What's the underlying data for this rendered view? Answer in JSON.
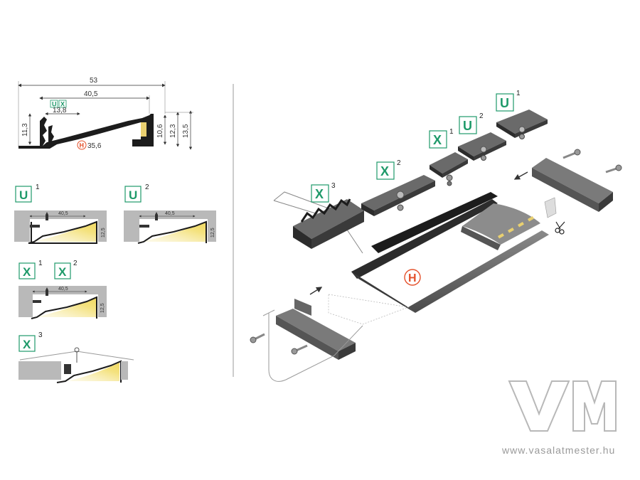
{
  "profile": {
    "width_total": "53",
    "width_inner": "40,5",
    "width_gap": "13,8",
    "height_left": "11,3",
    "height_mid": "10,6",
    "height_right_a": "12,3",
    "height_right_b": "13,5",
    "width_h": "35,6",
    "h_symbol": "H",
    "u_symbol": "U",
    "x_symbol": "X"
  },
  "variants": [
    {
      "letter": "U",
      "sup": "1",
      "width": "40,5",
      "height": "12,5"
    },
    {
      "letter": "U",
      "sup": "2",
      "width": "40,5",
      "height": "12,5"
    },
    {
      "letter": "X",
      "sup": "1",
      "letter2": "X",
      "sup2": "2",
      "width": "40,5",
      "height": "12,5"
    },
    {
      "letter": "X",
      "sup": "3"
    }
  ],
  "exploded": {
    "labels": [
      {
        "letter": "X",
        "sup": "3"
      },
      {
        "letter": "X",
        "sup": "2"
      },
      {
        "letter": "X",
        "sup": "1"
      },
      {
        "letter": "U",
        "sup": "2"
      },
      {
        "letter": "U",
        "sup": "1"
      }
    ],
    "h_symbol": "H"
  },
  "watermark": {
    "monogram": "VM",
    "url": "www.vasalatmester.hu"
  },
  "colors": {
    "badge_green": "#1f9a6a",
    "h_orange": "#e4502a",
    "profile_dark": "#1c1c1c",
    "wall_grey": "#b9b9b9",
    "led_yellow": "#f3e59a"
  }
}
